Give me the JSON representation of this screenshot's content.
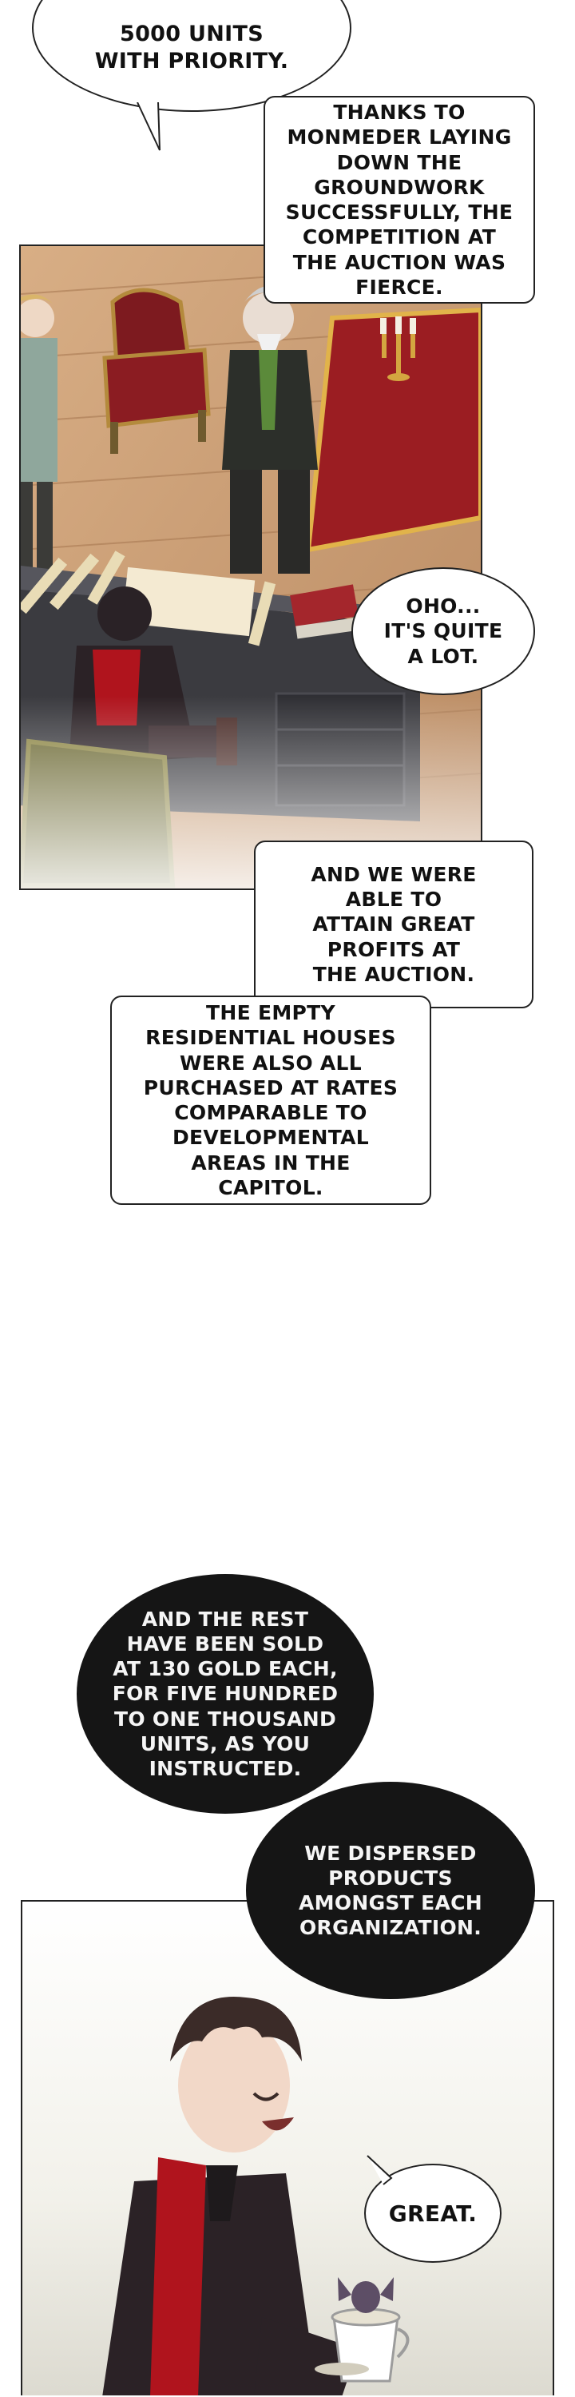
{
  "bubbles": {
    "priority": "5000 UNITS WITH PRIORITY.",
    "thanks": "THANKS TO MONMEDER LAYING DOWN THE GROUNDWORK SUCCESSFULLY, THE COMPETITION AT THE AUCTION WAS FIERCE.",
    "oho": "OHO... IT'S QUITE A LOT.",
    "profits": "AND WE WERE ABLE TO ATTAIN GREAT PROFITS AT THE AUCTION.",
    "houses": "THE EMPTY RESIDENTIAL HOUSES WERE ALSO ALL PURCHASED AT RATES COMPARABLE TO DEVELOPMENTAL AREAS IN THE CAPITOL.",
    "rest": "AND THE REST HAVE BEEN SOLD AT 130 GOLD EACH, FOR FIVE HUNDRED TO ONE THOUSAND UNITS, AS YOU INSTRUCTED.",
    "dispersed": "WE DISPERSED PRODUCTS AMONGST EACH ORGANIZATION.",
    "great": "GREAT."
  },
  "colors": {
    "floor": "#c79a72",
    "carpet": "#9b1d22",
    "desk": "#3b3b40",
    "jacket": "#2b2226",
    "accent_red": "#b0141d"
  }
}
